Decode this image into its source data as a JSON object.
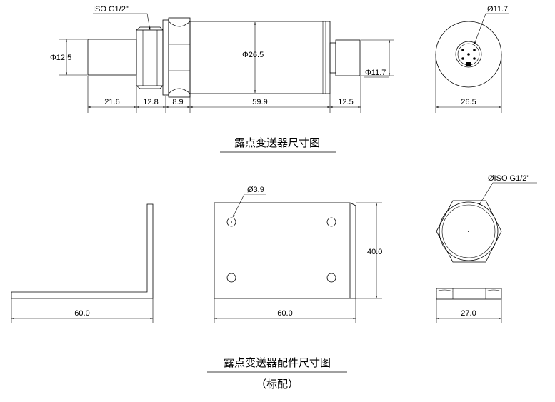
{
  "titles": {
    "sensor_dimensions": "露点变送器尺寸图",
    "accessory_dimensions": "露点变送器配件尺寸图",
    "accessory_note": "（标配）"
  },
  "sensor_front": {
    "thread_label": "ISO G1/2\"",
    "filter_diameter": "Φ12.5",
    "body_diameter": "Φ26.5",
    "connector_diameter": "Φ11.7",
    "lengths": [
      "21.6",
      "12.8",
      "8.9",
      "59.9",
      "12.5"
    ]
  },
  "sensor_end": {
    "connector_diameter": "Ø11.7",
    "width": "26.5"
  },
  "bracket_side": {
    "length": "60.0"
  },
  "bracket_plate": {
    "hole_diameter": "Ø3.9",
    "width": "60.0",
    "height": "40.0"
  },
  "nut": {
    "thread_label": "ØISO G1/2\"",
    "width": "27.0"
  }
}
